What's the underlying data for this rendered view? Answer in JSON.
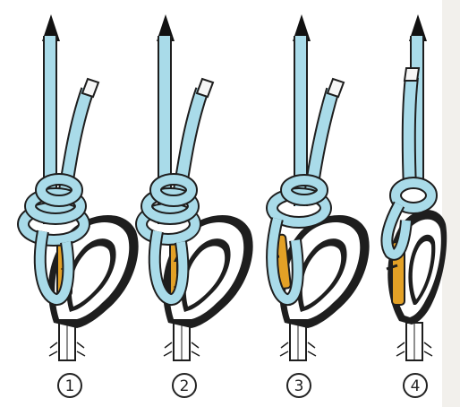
{
  "colors": {
    "rope": "#a9dbe9",
    "rope_shade": "#6fb7cc",
    "outline": "#1e1e1e",
    "carabiner": "#ffffff",
    "gate": "#e3a126",
    "gate_shade": "#8c5a10",
    "rope_tail": "#f6f6f6",
    "arrow": "#111111"
  },
  "steps": [
    {
      "label": "1",
      "icon": "knot-tied-gate-closed"
    },
    {
      "label": "2",
      "icon": "knot-slips-gate-pressed"
    },
    {
      "label": "3",
      "icon": "gate-opening"
    },
    {
      "label": "4",
      "icon": "knot-passes-gate"
    }
  ]
}
